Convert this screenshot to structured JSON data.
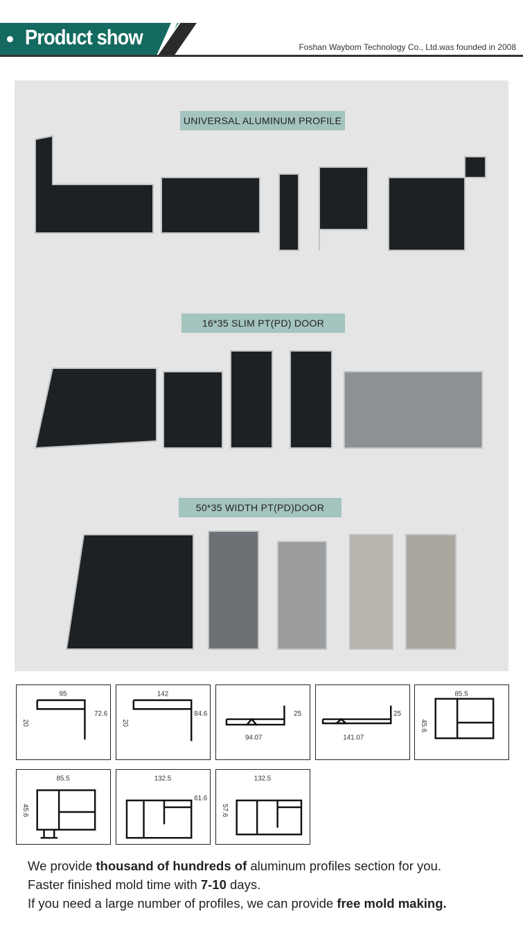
{
  "header": {
    "title": "Product show",
    "subtitle": "Foshan Waybom Technology Co., Ltd.was founded in 2008",
    "accent": "#146a60"
  },
  "sections": [
    {
      "label": "UNIVERSAL ALUMINUM PROFILE"
    },
    {
      "label": "16*35 SLIM PT(PD) DOOR"
    },
    {
      "label": "50*35 WIDTH PT(PD)DOOR"
    }
  ],
  "drawings": [
    {
      "top": "95",
      "left": "20",
      "right": "72.6"
    },
    {
      "top": "142",
      "left": "20",
      "right": "84.6"
    },
    {
      "right": "25",
      "bottom": "94.07"
    },
    {
      "right": "25",
      "bottom": "141.07"
    },
    {
      "top": "85.5",
      "left": "45.6"
    },
    {
      "top": "85.5",
      "left": "45.6"
    },
    {
      "top": "132.5",
      "right": "61.6"
    },
    {
      "top": "132.5",
      "left": "57.6"
    }
  ],
  "text": {
    "line1_a": "We provide ",
    "line1_b": "thousand of hundreds of",
    "line1_c": " aluminum profiles section for you.",
    "line2_a": "Faster finished mold time with ",
    "line2_b": "7-10",
    "line2_c": " days.",
    "line3_a": "If you need a large number of profiles, we can provide ",
    "line3_b": "free mold making."
  }
}
